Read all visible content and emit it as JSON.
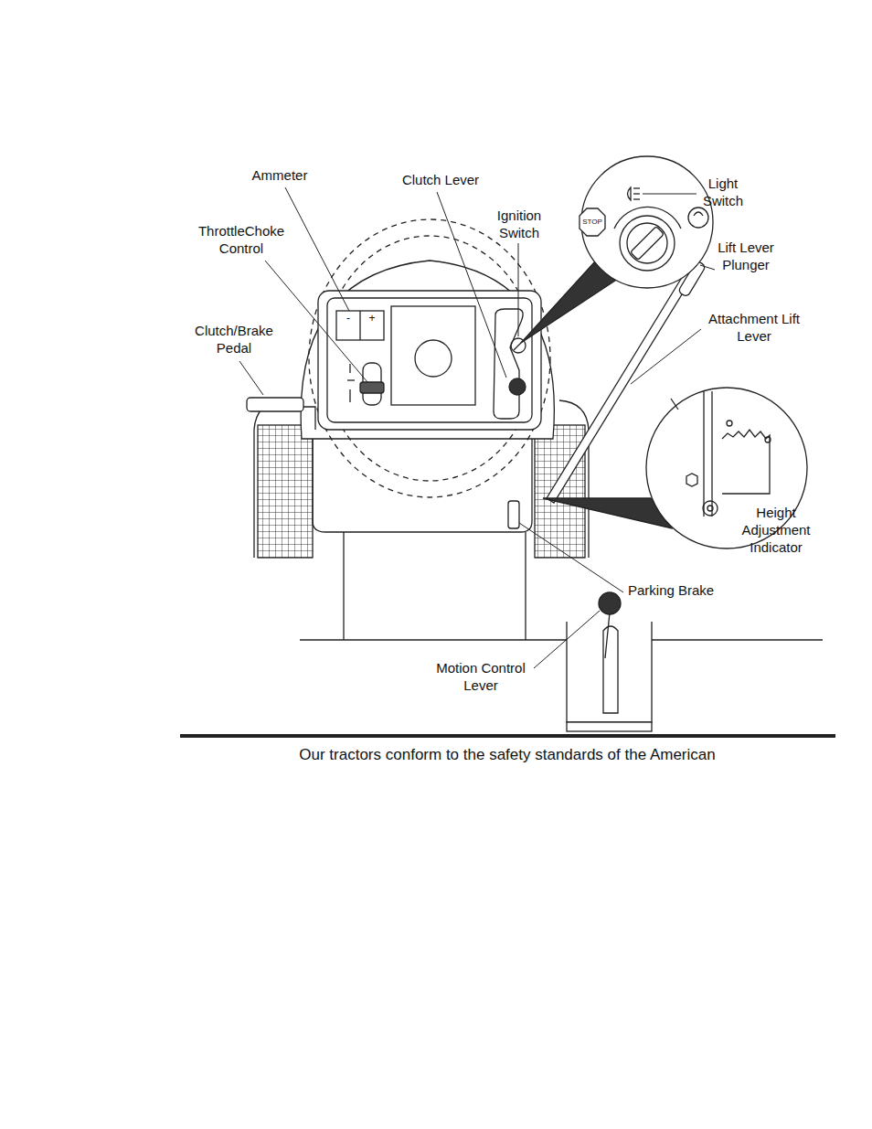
{
  "diagram": {
    "caption": "Our tractors conform to the safety standards of the American",
    "labels": [
      "Ammeter",
      "Clutch Lever",
      "Light Switch",
      "ThrottleChoke Control",
      "Ignition Switch",
      "Lift Lever Plunger",
      "Clutch/Brake Pedal",
      "Attachment Lift Lever",
      "Height Adjustment Indicator",
      "Parking Brake",
      "Motion Control Lever",
      "STOP",
      "-",
      "+"
    ]
  }
}
